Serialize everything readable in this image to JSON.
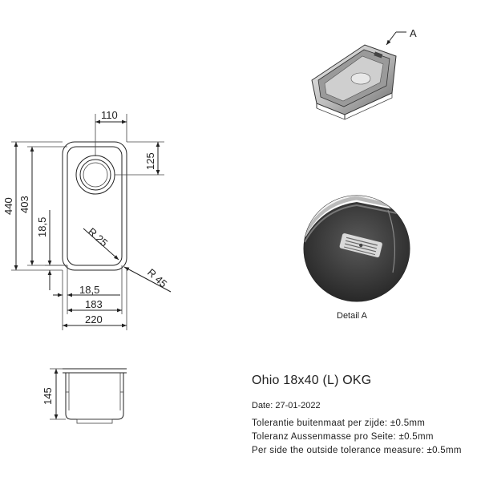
{
  "product": {
    "title": "Ohio 18x40 (L) OKG",
    "date": "Date: 27-01-2022",
    "tolerance_nl": "Tolerantie buitenmaat per zijde:  ±0.5mm",
    "tolerance_de": "Toleranz Aussenmasse pro Seite:  ±0.5mm",
    "tolerance_en": "Per side the outside tolerance measure:  ±0.5mm"
  },
  "dimensions": {
    "drain_offset_x": "110",
    "drain_offset_y": "125",
    "outer_height": "440",
    "inner_height": "403",
    "rim_side": "18,5",
    "rim_bottom": "18,5",
    "inner_width": "183",
    "outer_width": "220",
    "inner_radius": "R 25",
    "outer_radius": "R 45",
    "depth": "145"
  },
  "views": {
    "detail_marker": "A",
    "detail_caption": "Detail A"
  },
  "colors": {
    "line": "#222222",
    "steel_dark": "#3a3a3a",
    "steel_light": "#d8d8d8"
  }
}
